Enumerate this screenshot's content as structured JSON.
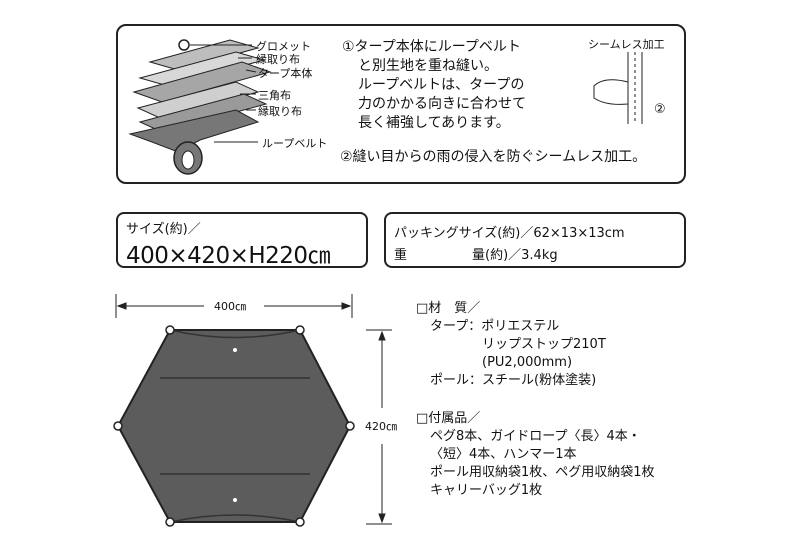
{
  "layer_diagram": {
    "labels": [
      "グロメット",
      "縁取り布",
      "タープ本体",
      "三角布",
      "縁取り布",
      "ループベルト"
    ]
  },
  "feature_notes": {
    "note1_line1": "①タープ本体にループベルト",
    "note1_line2": "と別生地を重ね縫い。",
    "note1_line3": "ループベルトは、タープの",
    "note1_line4": "力のかかる向きに合わせて",
    "note1_line5": "長く補強してあります。",
    "note2": "②縫い目からの雨の侵入を防ぐシームレス加工。"
  },
  "seamless_inset": {
    "title": "シームレス加工",
    "number": "②"
  },
  "size_box": {
    "label": "サイズ(約)／",
    "value": "400×420×H220㎝"
  },
  "packing_box": {
    "line1": "パッキングサイズ(約)／62×13×13cm",
    "weight_label": "重　　　　　量(約)／3.4kg"
  },
  "dimensions": {
    "width": "400㎝",
    "height": "420㎝"
  },
  "materials": {
    "heading": "□材　質／",
    "tarp_label": "タープ：ポリエステル",
    "tarp_line2": "リップストップ210T",
    "tarp_line3": "(PU2,000mm)",
    "pole": "ポール：スチール(粉体塗装)"
  },
  "accessories": {
    "heading": "□付属品／",
    "line1": "ペグ8本、ガイドロープ〈長〉4本・",
    "line2": "〈短〉4本、ハンマー1本",
    "line3": "ポール用収納袋1枚、ペグ用収納袋1枚",
    "line4": "キャリーバッグ1枚"
  },
  "colors": {
    "tarp_fill": "#5c5c5c",
    "border": "#222222"
  }
}
